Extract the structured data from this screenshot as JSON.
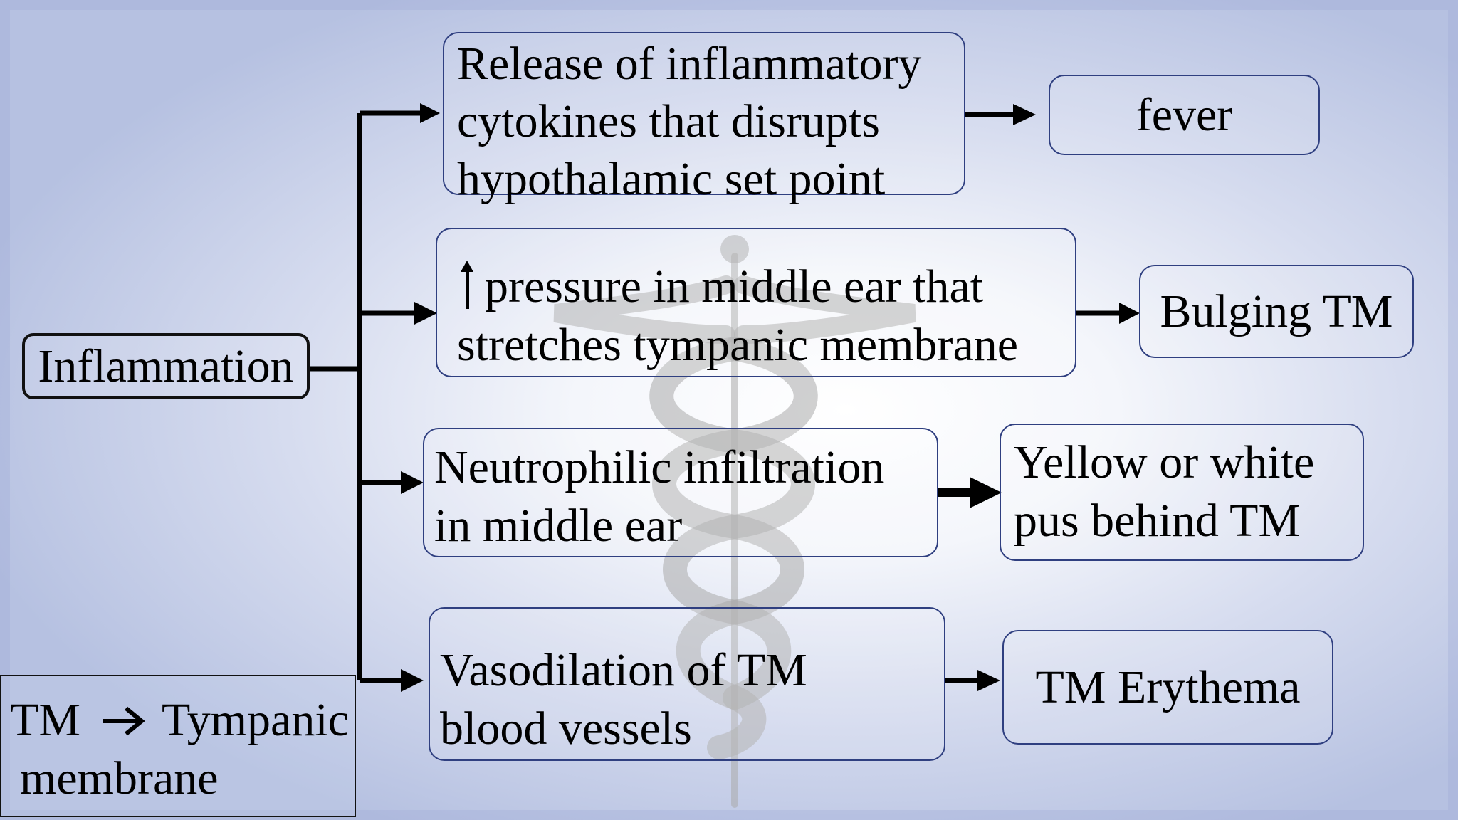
{
  "diagram": {
    "root": {
      "label": "Inflammation"
    },
    "branches": [
      {
        "cause": [
          "Release of inflammatory",
          "cytokines that disrupts",
          "hypothalamic set point"
        ],
        "effect": [
          "fever"
        ]
      },
      {
        "cause_prefix_icon": "up-arrow-icon",
        "cause": [
          "pressure in middle ear that",
          "stretches tympanic membrane"
        ],
        "effect": [
          "Bulging TM"
        ]
      },
      {
        "cause": [
          "Neutrophilic infiltration",
          " in middle ear"
        ],
        "effect": [
          "Yellow or white",
          "pus behind TM"
        ]
      },
      {
        "cause": [
          "Vasodilation of TM",
          "blood vessels"
        ],
        "effect": [
          "TM Erythema"
        ]
      }
    ],
    "legend": {
      "line1": "TM",
      "arrow_icon": "right-arrow-icon",
      "line1_rest": "Tympanic",
      "line2": "membrane"
    },
    "watermark_icon": "caduceus-icon",
    "colors": {
      "box_border": "#2f3f80",
      "connector": "#000000",
      "background_edge": "#b6c1e1",
      "watermark": "#a9a9a9"
    }
  }
}
